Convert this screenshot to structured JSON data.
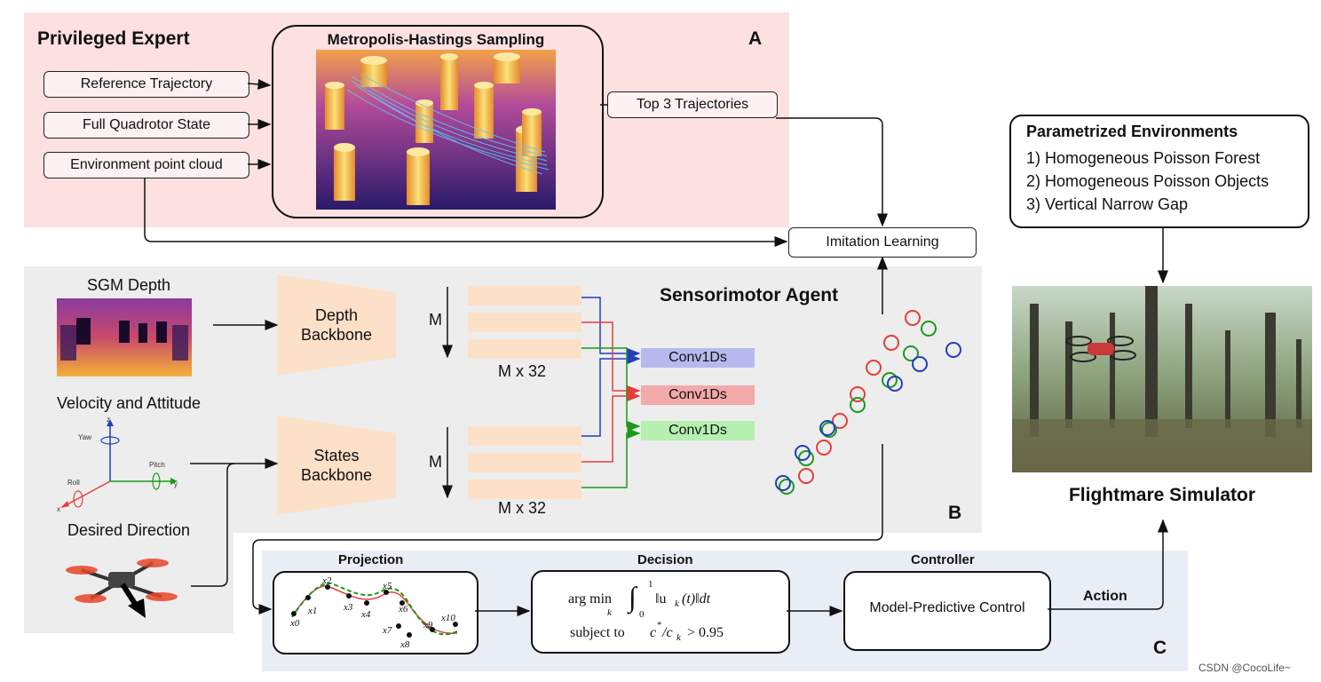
{
  "expert": {
    "title": "Privileged Expert",
    "inputs": [
      "Reference Trajectory",
      "Full Quadrotor State",
      "Environment point cloud"
    ],
    "mh_title": "Metropolis-Hastings Sampling",
    "top3": "Top 3 Trajectories",
    "tag": "A"
  },
  "imitation": "Imitation Learning",
  "param_env": {
    "title": "Parametrized Environments",
    "items": [
      "1) Homogeneous Poisson Forest",
      "2) Homogeneous Poisson Objects",
      "3) Vertical Narrow Gap"
    ]
  },
  "simulator": "Flightmare Simulator",
  "agent": {
    "title": "Sensorimotor Agent",
    "sgm": "SGM Depth",
    "velocity": "Velocity and Attitude",
    "desired": "Desired Direction",
    "depth_backbone": "Depth Backbone",
    "states_backbone": "States Backbone",
    "m": "M",
    "mx32": "M x 32",
    "conv": "Conv1Ds",
    "tag": "B",
    "axes": {
      "yaw": "Yaw",
      "pitch": "Pitch",
      "roll": "Roll",
      "z": "z",
      "y": "y",
      "x": "x"
    }
  },
  "pipeline": {
    "projection": "Projection",
    "decision": "Decision",
    "controller": "Controller",
    "mpc": "Model-Predictive Control",
    "action": "Action",
    "tag": "C",
    "argmin": "arg min",
    "argmin_sub": "k",
    "integral_upper": "1",
    "integral_lower": "0",
    "integrand": "‖u",
    "integrand_sub": "k",
    "integrand_tail": "(t)‖dt",
    "subject_to": "subject to",
    "constraint_c": "c",
    "constraint_star": "*",
    "constraint_slash": "/c",
    "constraint_sub": "k",
    "constraint_tail": "> 0.95",
    "points": [
      "x0",
      "x1",
      "x2",
      "x3",
      "x4",
      "x5",
      "x6",
      "x7",
      "x8",
      "x9",
      "x10"
    ]
  },
  "watermark": "CSDN @CocoLife~",
  "colors": {
    "blue": "#1f3fbf",
    "red": "#e83c3c",
    "green": "#1a9a1a",
    "conv_blue": "#b7b9ee",
    "conv_red": "#f3a9a9",
    "conv_green": "#b6f0b0"
  }
}
